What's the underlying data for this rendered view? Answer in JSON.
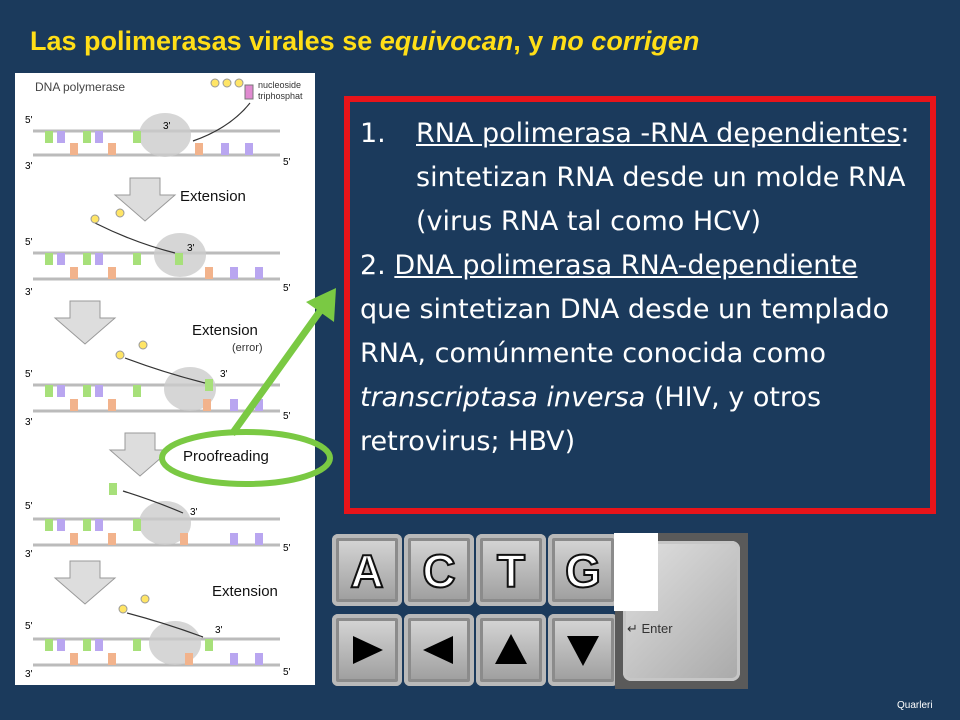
{
  "title": {
    "part1": "Las polimerasas virales se ",
    "part2": "equivocan",
    "part3": ", y ",
    "part4": "no corrigen"
  },
  "figure": {
    "heading": "DNA polymerase",
    "nucleoside": "nucleoside",
    "triphosphate": "triphosphat",
    "step_extension": "Extension",
    "step_error": "(error)",
    "step_proofreading": "Proofreading",
    "prime5": "5'",
    "prime3": "3'"
  },
  "items": {
    "i1_num": "1.",
    "i1_link": "RNA polimerasa -RNA dependientes",
    "i1_rest": ": sintetizan RNA desde un molde RNA (virus RNA tal como HCV)",
    "i2_num": "2. ",
    "i2_link": "DNA polimerasa RNA-dependiente",
    "i2_rest1": " que sintetizan DNA desde un templado RNA, comúnmente conocida como ",
    "i2_em": "transcriptasa inversa",
    "i2_rest2": " (HIV, y otros retrovirus; HBV)"
  },
  "keys": {
    "k1": "A",
    "k2": "C",
    "k3": "T",
    "k4": "G",
    "enter_label": "↵ Enter",
    "arrows": [
      "arrow-right-icon",
      "arrow-left-icon",
      "arrow-up-icon",
      "arrow-down-icon"
    ]
  },
  "credit": "Quarleri",
  "colors": {
    "background": "#1b3a5c",
    "title": "#ffde17",
    "box_border": "#e8141a",
    "green": "#7ac943"
  }
}
